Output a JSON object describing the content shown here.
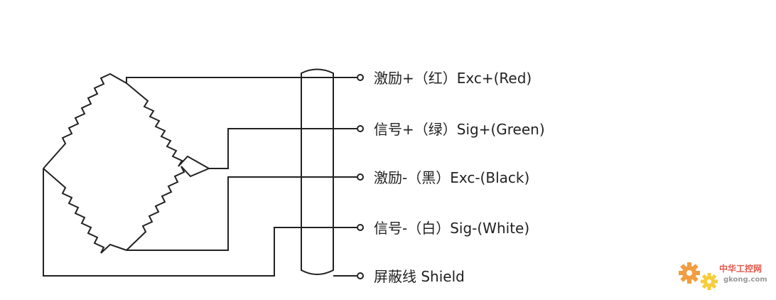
{
  "diagram": {
    "wires": [
      {
        "label": "激励+（红）Exc+(Red)"
      },
      {
        "label": "信号+（绿）Sig+(Green)"
      },
      {
        "label": "激励-（黑）Exc-(Black)"
      },
      {
        "label": "信号-（白）Sig-(White)"
      },
      {
        "label": "屏蔽线  Shield"
      }
    ],
    "line_color": "#222222"
  },
  "watermark": {
    "title": "中华工控网",
    "url": "gkong.com",
    "colors": {
      "gear_orange": "#f08c1e",
      "gear_yellow": "#f5c518",
      "text_red": "#e03a2a"
    }
  }
}
